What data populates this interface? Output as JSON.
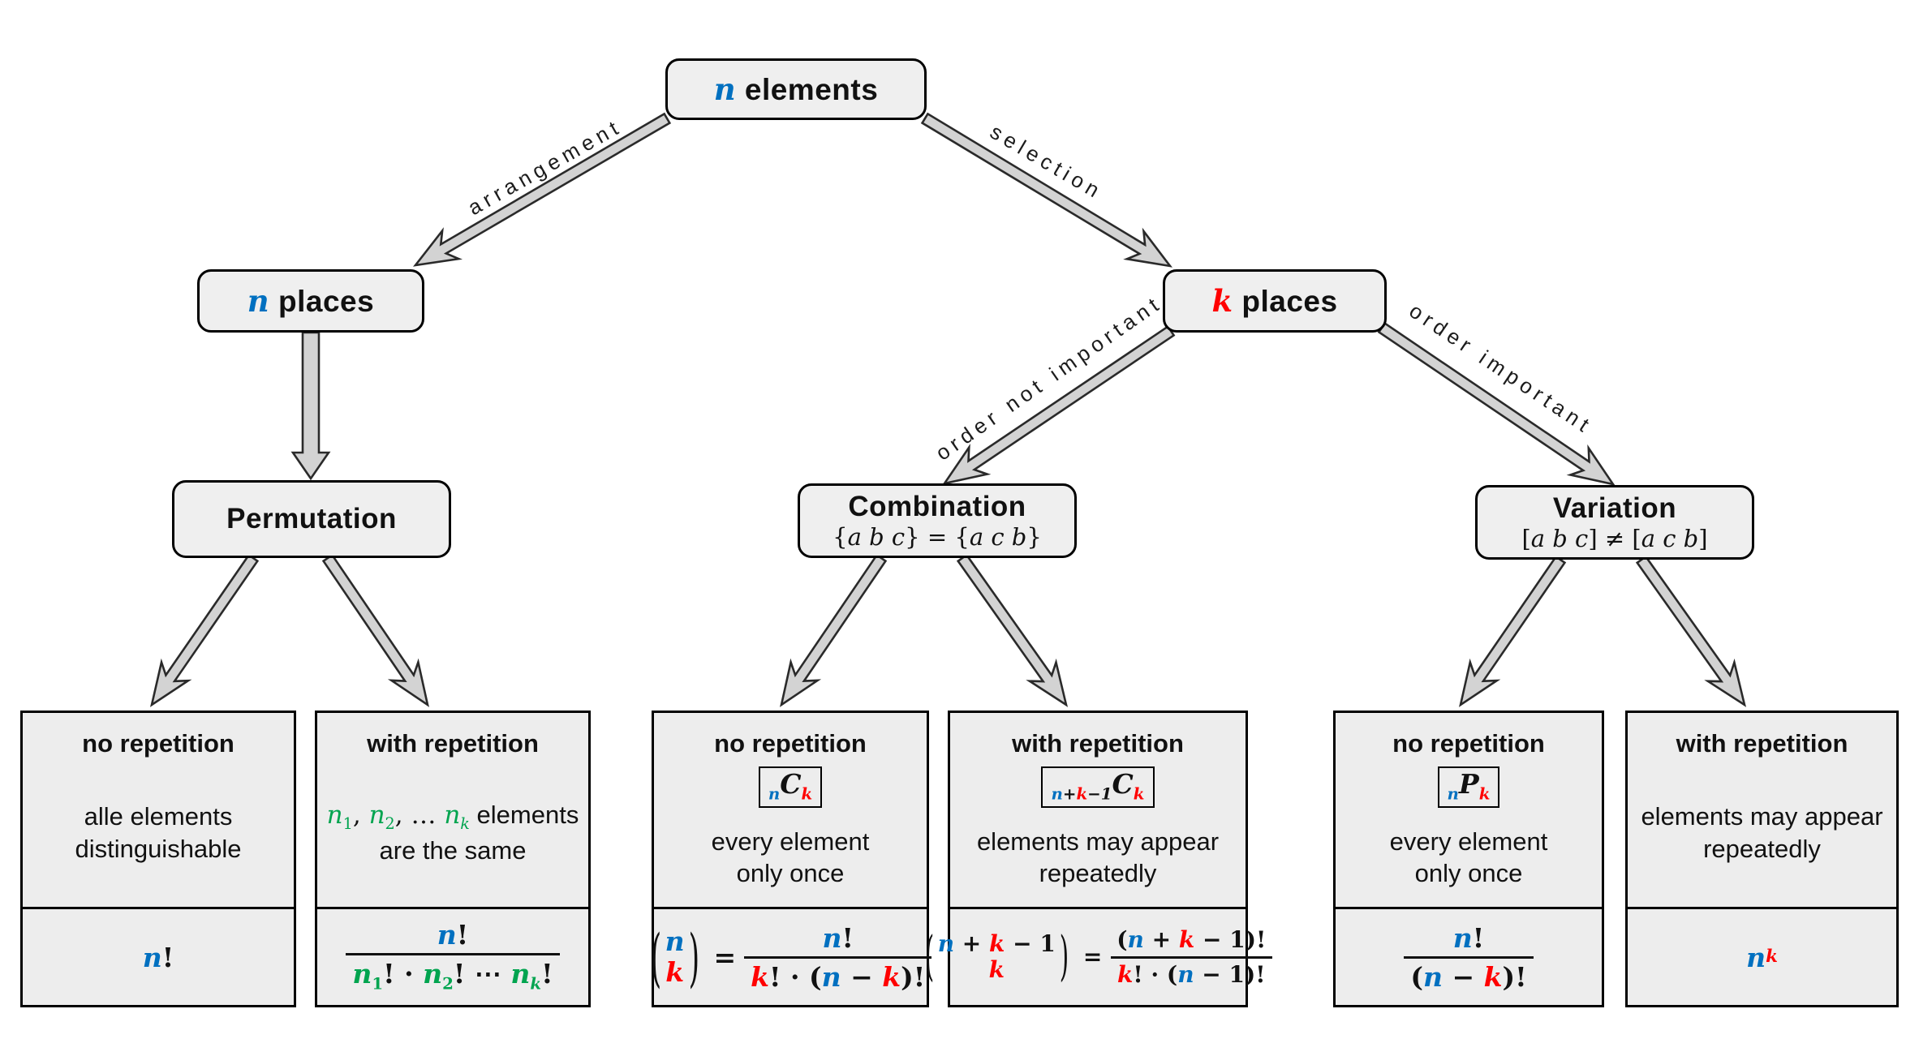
{
  "colors": {
    "blue": "#0070C0",
    "red": "#FF0000",
    "green": "#00A44F",
    "node_fill": "#efefef",
    "arrow_fill": "#d3d3d3"
  },
  "root": {
    "label_html": "<i class=\"b m2\">n</i> elements"
  },
  "level2": {
    "n_places": {
      "label_html": "<i class=\"b m2\">n</i> places"
    },
    "k_places": {
      "label_html": "<i class=\"r m2\">k</i> places"
    }
  },
  "edge_labels": {
    "arrangement": "arrangement",
    "selection": "selection",
    "order_not_important": "order not important",
    "order_important": "order important"
  },
  "branches": {
    "permutation": {
      "title": "Permutation",
      "subtitle_html": ""
    },
    "combination": {
      "title": "Combination",
      "subtitle_html": "{<i>a b c</i>} = {<i>a c b</i>}"
    },
    "variation": {
      "title": "Variation",
      "subtitle_html": "[<i>a b c</i>] &#8800; [<i>a c b</i>]"
    }
  },
  "leaves": [
    {
      "title": "no repetition",
      "badge_html": "",
      "desc_html": "alle elements<br>distinguishable",
      "formula_html": "<i class=\"b\">n</i>!"
    },
    {
      "title": "with repetition",
      "badge_html": "",
      "desc_html": "<span class=\"mi\"><i class=\"g\">n</i><sub class=\"g\">1</sub>, <i class=\"g\">n</i><sub class=\"g\">2</sub>, &#8230; <i class=\"g\">n</i><sub class=\"g\"><i>k</i></sub></span> elements<br>are the same",
      "formula_html": "<span class=\"frac\"><span class=\"num\"><i class=\"b\">n</i>!</span><span class=\"den\"><i class=\"g\">n</i><sub class=\"g\">1</sub>! &#183; <i class=\"g\">n</i><sub class=\"g\">2</sub>! &#8943; <i class=\"g\">n</i><sub class=\"g\"><i>k</i></sub>!</span></span>"
    },
    {
      "title": "no repetition",
      "badge_html": "<sub><i class=\"b\">n</i></sub>C<sub><i class=\"r\">k</i></sub>",
      "desc_html": "every element<br>only once",
      "formula_html": "<span class=\"binom\"><span class=\"paren\">(</span><span class=\"stack\"><i class=\"b\">n</i><i class=\"r\">k</i></span><span class=\"paren\">)</span></span><span class=\"eq\">=</span><span class=\"frac\"><span class=\"num\"><i class=\"b\">n</i>!</span><span class=\"den\"><i class=\"r\">k</i>! &#183; (<i class=\"b\">n</i> &#8722; <i class=\"r\">k</i>)!</span></span>"
    },
    {
      "title": "with repetition",
      "badge_html": "<sub><i class=\"b\">n</i>+<i class=\"r\">k</i>&#8722;1</sub>C<sub><i class=\"r\">k</i></sub>",
      "desc_html": "elements may appear<br>repeatedly",
      "formula_html": "<span class=\"binom\"><span class=\"paren\">(</span><span class=\"stack\"><span><i class=\"b\">n</i> + <i class=\"r\">k</i> &#8722; 1</span><i class=\"r\">k</i></span><span class=\"paren\">)</span></span><span class=\"eq\">=</span><span class=\"frac\"><span class=\"num\">(<i class=\"b\">n</i> + <i class=\"r\">k</i> &#8722; 1)!</span><span class=\"den\"><i class=\"r\">k</i>! &#183; (<i class=\"b\">n</i> &#8722; 1)!</span></span>"
    },
    {
      "title": "no repetition",
      "badge_html": "<sub><i class=\"b\">n</i></sub>P<sub><i class=\"r\">k</i></sub>",
      "desc_html": "every element<br>only once",
      "formula_html": "<span class=\"frac\"><span class=\"num\"><i class=\"b\">n</i>!</span><span class=\"den\">(<i class=\"b\">n</i> &#8722; <i class=\"r\">k</i>)!</span></span>"
    },
    {
      "title": "with repetition",
      "badge_html": "",
      "desc_html": "elements may appear<br>repeatedly",
      "formula_html": "<i class=\"b\">n</i><sup class=\"r\"><i>k</i></sup>"
    }
  ]
}
